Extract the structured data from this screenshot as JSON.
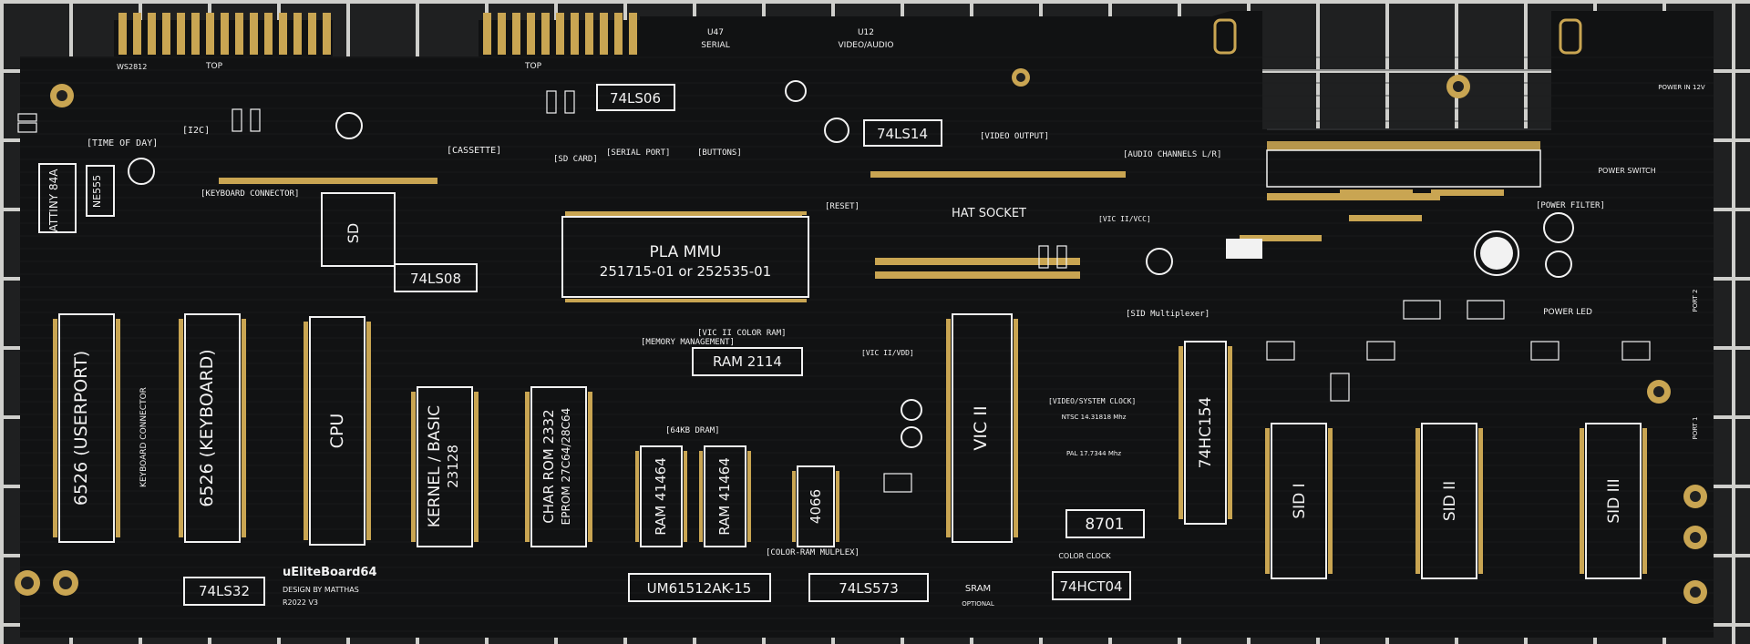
{
  "board": {
    "name": "uEliteBoard64",
    "designer": "DESIGN BY MATTHAS",
    "revision": "R2022 V3",
    "colors": {
      "pcb": "#111213",
      "silk": "#f2f2f2",
      "gold": "#c9a552",
      "mat": "#1f2021",
      "grid": "#d8d8d6"
    }
  },
  "edge_labels": {
    "top_left": "TOP",
    "top_right": "TOP"
  },
  "chips": [
    {
      "id": "cia1",
      "label": "6526 (USERPORT)"
    },
    {
      "id": "cia2",
      "label": "6526 (KEYBOARD)"
    },
    {
      "id": "cpu",
      "label": "CPU"
    },
    {
      "id": "kernal",
      "label": "KERNEL / BASIC",
      "sub": "23128"
    },
    {
      "id": "charrom",
      "label": "CHAR ROM 2332",
      "sub": "EPROM 27C64/28C64"
    },
    {
      "id": "ram1",
      "label": "RAM 41464"
    },
    {
      "id": "ram2",
      "label": "RAM 41464"
    },
    {
      "id": "mux",
      "label": "4066"
    },
    {
      "id": "vic",
      "label": "VIC II"
    },
    {
      "id": "hc154",
      "label": "74HC154"
    },
    {
      "id": "sid1",
      "label": "SID I"
    },
    {
      "id": "sid2",
      "label": "SID II"
    },
    {
      "id": "sid3",
      "label": "SID III"
    },
    {
      "id": "pla",
      "label": "PLA MMU",
      "sub": "251715-01 or 252535-01"
    },
    {
      "id": "ram2114",
      "label": "RAM 2114"
    },
    {
      "id": "ls06",
      "label": "74LS06"
    },
    {
      "id": "ls14",
      "label": "74LS14"
    },
    {
      "id": "ls08",
      "label": "74LS08"
    },
    {
      "id": "ls32",
      "label": "74LS32"
    },
    {
      "id": "sram",
      "label": "UM61512AK-15"
    },
    {
      "id": "ls573",
      "label": "74LS573"
    },
    {
      "id": "hct04",
      "label": "74HCT04"
    },
    {
      "id": "c8701",
      "label": "8701"
    },
    {
      "id": "attiny",
      "label": "ATTINY 84A"
    },
    {
      "id": "ne555",
      "label": "NE555"
    },
    {
      "id": "sd",
      "label": "SD"
    }
  ],
  "sections": {
    "hat": "HAT SOCKET",
    "time_of_day": "[TIME OF DAY]",
    "i2c": "[I2C]",
    "cassette": "[CASSETTE]",
    "keyboard_connector": "[KEYBOARD CONNECTOR]",
    "serial_port": "[SERIAL PORT]",
    "buttons": "[BUTTONS]",
    "sd_card": "[SD CARD]",
    "video_output": "[VIDEO OUTPUT]",
    "audio_channels": "[AUDIO CHANNELS L/R]",
    "memory_management": "[MEMORY MANAGEMENT]",
    "vic_color_ram": "[VIC II COLOR RAM]",
    "dram": "[64KB DRAM]",
    "color_ram_mux": "[COLOR-RAM MULPLEX]",
    "sid_mux": "[SID Multiplexer]",
    "video_clock": "[VIDEO/SYSTEM CLOCK]",
    "vic_vdd": "[VIC II/VDD]",
    "vic_vcc": "[VIC II/VCC]",
    "power_filter": "[POWER FILTER]",
    "reset": "[RESET]",
    "u47": "U47",
    "serial": "SERIAL",
    "u12": "U12",
    "video_audio": "VIDEO/AUDIO",
    "power_switch": "POWER SWITCH",
    "power_led": "POWER LED",
    "color_clock": "COLOR CLOCK",
    "sram_arrow": "SRAM",
    "optional": "OPTIONAL",
    "ws2812": "WS2812",
    "keyboard_conn_vert": "KEYBOARD CONNECTOR",
    "port1": "PORT 1",
    "port2": "PORT 2",
    "ntsc": "NTSC 14.31818 Mhz",
    "pal": "PAL 17.7344 Mhz",
    "power_in": "POWER IN 12V"
  }
}
